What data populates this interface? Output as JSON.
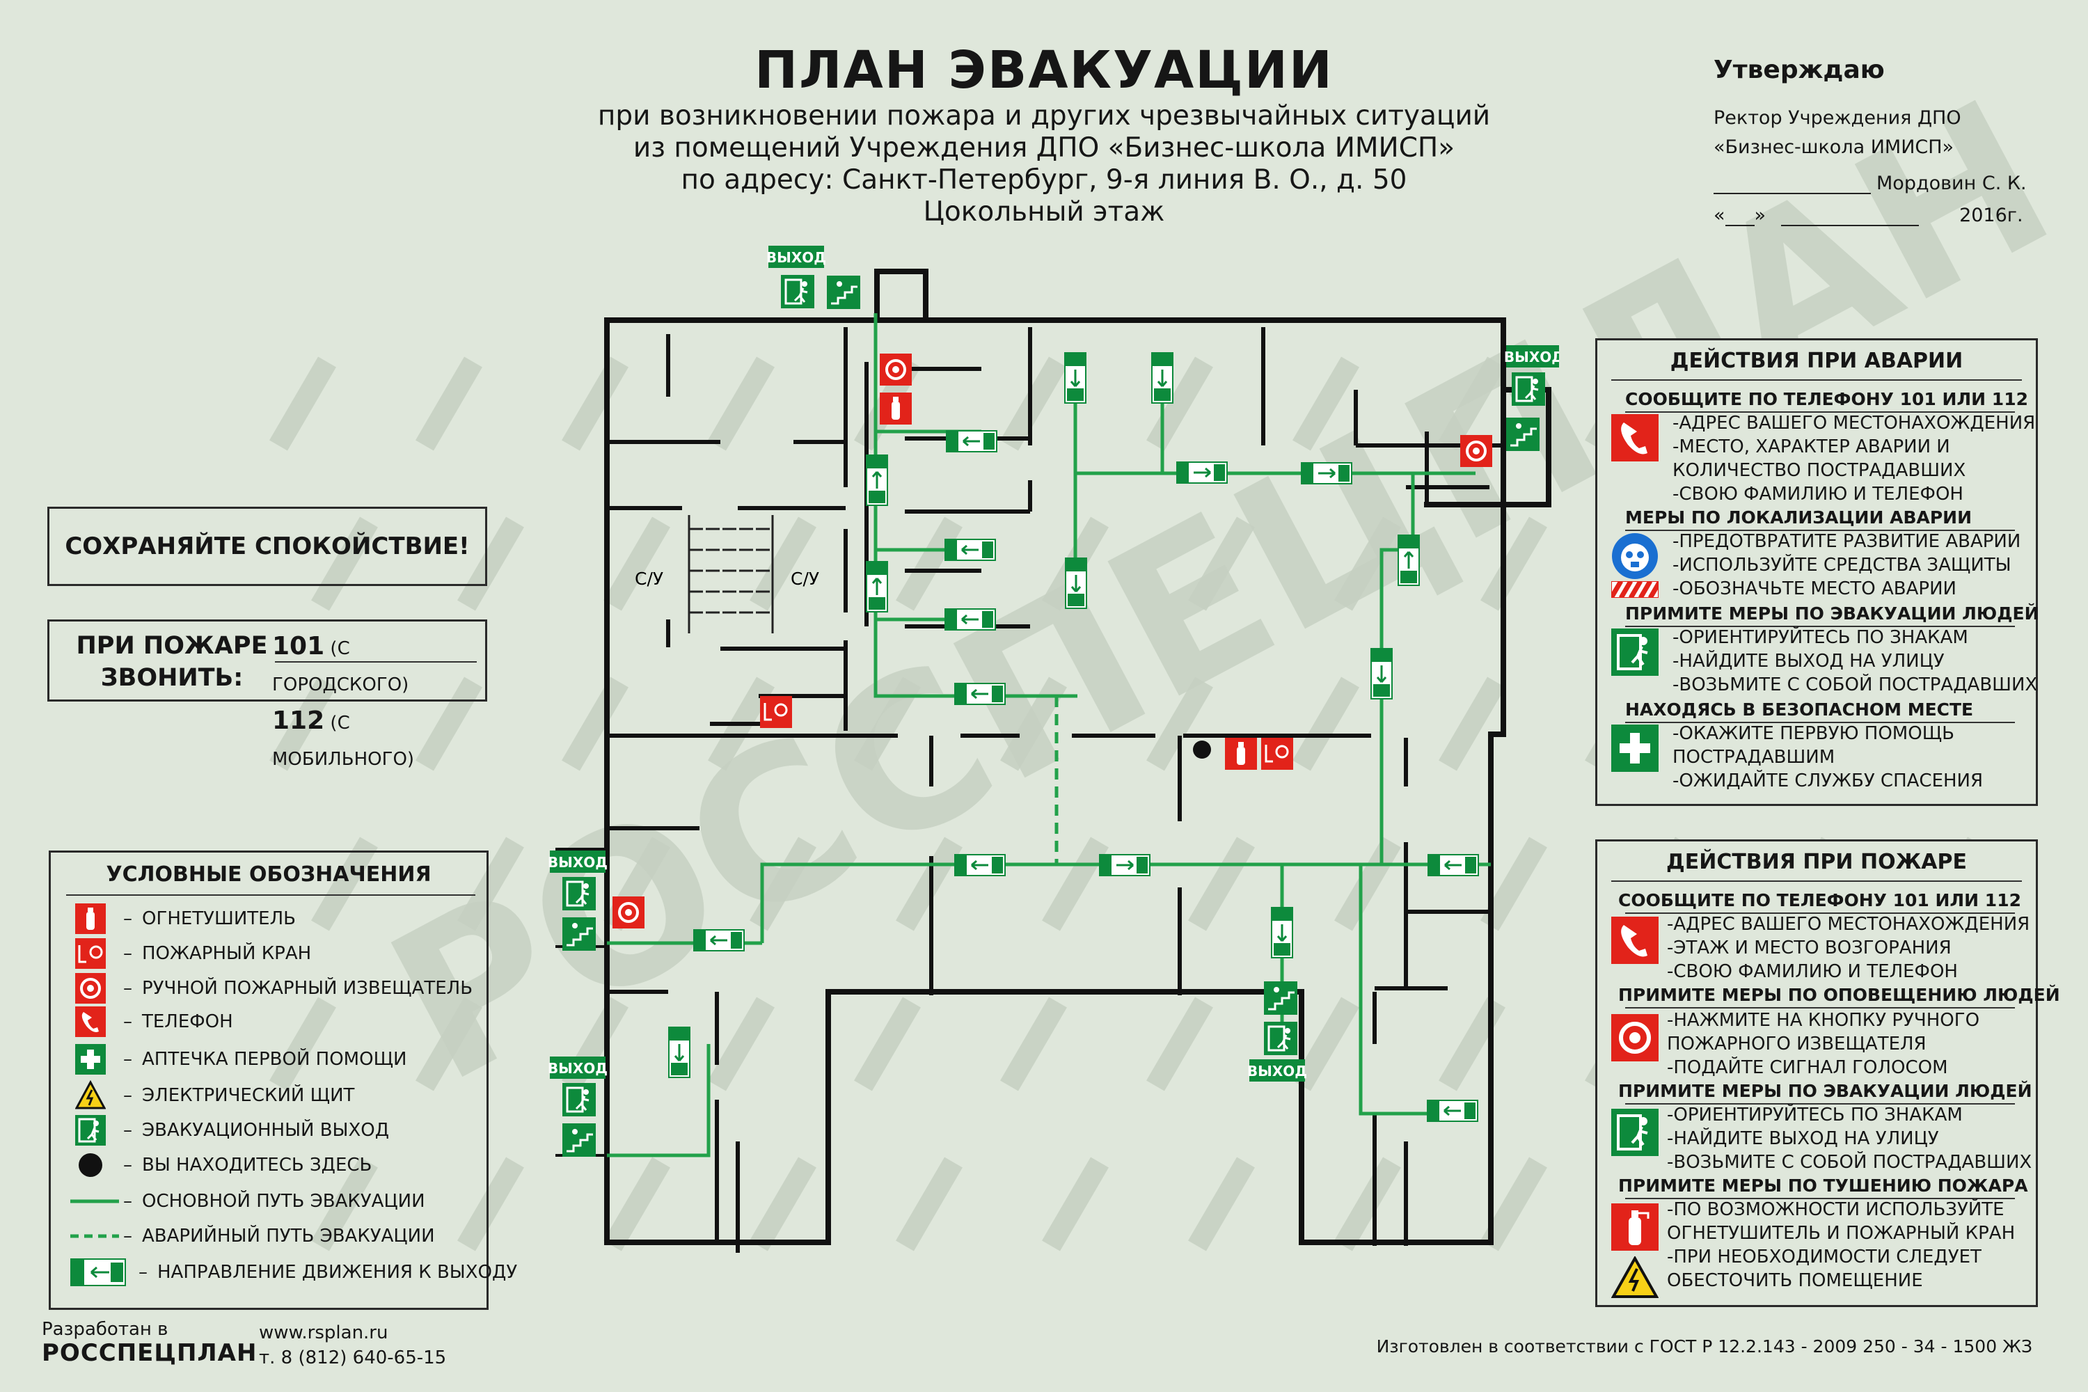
{
  "header": {
    "title": "ПЛАН ЭВАКУАЦИИ",
    "subtitle_lines": [
      "при возникновении пожара и других чрезвычайных ситуаций",
      "из помещений Учреждения ДПО «Бизнес-школа ИМИСП»",
      "по адресу: Санкт-Петербург, 9-я линия В. О., д. 50",
      "Цокольный этаж"
    ]
  },
  "approval": {
    "heading": "Утверждаю",
    "line1": "Ректор Учреждения ДПО",
    "line2": "«Бизнес-школа ИМИСП»",
    "signer": "Мордовин С. К.",
    "quote_open": "«",
    "quote_close": "»",
    "year": "2016г."
  },
  "calm_box": {
    "text": "СОХРАНЯЙТЕ  СПОКОЙСТВИЕ!"
  },
  "fire_call": {
    "label_line1": "ПРИ ПОЖАРЕ",
    "label_line2": "ЗВОНИТЬ:",
    "number1": "101",
    "note1": "(С ГОРОДСКОГО)",
    "number2": "112",
    "note2": "(С МОБИЛЬНОГО)"
  },
  "legend": {
    "heading": "УСЛОВНЫЕ ОБОЗНАЧЕНИЯ",
    "items": [
      {
        "icon": "fire-extinguisher-icon",
        "label": "ОГНЕТУШИТЕЛЬ"
      },
      {
        "icon": "fire-hydrant-icon",
        "label": "ПОЖАРНЫЙ КРАН"
      },
      {
        "icon": "manual-call-point-icon",
        "label": "РУЧНОЙ ПОЖАРНЫЙ ИЗВЕЩАТЕЛЬ"
      },
      {
        "icon": "telephone-icon",
        "label": "ТЕЛЕФОН"
      },
      {
        "icon": "first-aid-icon",
        "label": "АПТЕЧКА ПЕРВОЙ ПОМОЩИ"
      },
      {
        "icon": "electrical-panel-icon",
        "label": "ЭЛЕКТРИЧЕСКИЙ ЩИТ"
      },
      {
        "icon": "emergency-exit-icon",
        "label": "ЭВАКУАЦИОННЫЙ ВЫХОД"
      },
      {
        "icon": "you-are-here-icon",
        "label": "ВЫ НАХОДИТЕСЬ ЗДЕСЬ"
      },
      {
        "icon": "main-route-icon",
        "label": "ОСНОВНОЙ ПУТЬ ЭВАКУАЦИИ"
      },
      {
        "icon": "emergency-route-icon",
        "label": "АВАРИЙНЫЙ ПУТЬ ЭВАКУАЦИИ"
      },
      {
        "icon": "direction-arrow-icon",
        "label": "НАПРАВЛЕНИЕ ДВИЖЕНИЯ К ВЫХОДУ"
      }
    ]
  },
  "accident_panel": {
    "heading": "ДЕЙСТВИЯ ПРИ АВАРИИ",
    "sections": [
      {
        "title": "СООБЩИТЕ ПО ТЕЛЕФОНУ  101 ИЛИ 112",
        "icon": "telephone-icon",
        "lines": [
          "-АДРЕС ВАШЕГО МЕСТОНАХОЖДЕНИЯ",
          "-МЕСТО, ХАРАКТЕР АВАРИИ И",
          " КОЛИЧЕСТВО ПОСТРАДАВШИХ",
          "-СВОЮ ФАМИЛИЮ И  ТЕЛЕФОН"
        ]
      },
      {
        "title": "МЕРЫ ПО ЛОКАЛИЗАЦИИ АВАРИИ",
        "icon": "protective-mask-icon",
        "lines": [
          "-ПРЕДОТВРАТИТЕ РАЗВИТИЕ АВАРИИ",
          "-ИСПОЛЬЗУЙТЕ СРЕДСТВА ЗАЩИТЫ",
          "-ОБОЗНАЧЬТЕ МЕСТО АВАРИИ"
        ]
      },
      {
        "title": "ПРИМИТЕ МЕРЫ ПО ЭВАКУАЦИИ ЛЮДЕЙ",
        "icon": "emergency-exit-icon",
        "lines": [
          "-ОРИЕНТИРУЙТЕСЬ ПО ЗНАКАМ",
          "-НАЙДИТЕ ВЫХОД НА УЛИЦУ",
          "-ВОЗЬМИТЕ С СОБОЙ ПОСТРАДАВШИХ"
        ]
      },
      {
        "title": "НАХОДЯСЬ В БЕЗОПАСНОМ МЕСТЕ",
        "icon": "first-aid-icon",
        "lines": [
          "-ОКАЖИТЕ ПЕРВУЮ ПОМОЩЬ",
          " ПОСТРАДАВШИМ",
          "-ОЖИДАЙТЕ СЛУЖБУ СПАСЕНИЯ"
        ]
      }
    ]
  },
  "fire_panel": {
    "heading": "ДЕЙСТВИЯ ПРИ ПОЖАРЕ",
    "sections": [
      {
        "title": "СООБЩИТЕ ПО ТЕЛЕФОНУ  101 ИЛИ 112",
        "icon": "telephone-icon",
        "lines": [
          "-АДРЕС ВАШЕГО МЕСТОНАХОЖДЕНИЯ",
          "-ЭТАЖ И МЕСТО ВОЗГОРАНИЯ",
          "-СВОЮ ФАМИЛИЮ И  ТЕЛЕФОН"
        ]
      },
      {
        "title": "ПРИМИТЕ МЕРЫ ПО ОПОВЕЩЕНИЮ ЛЮДЕЙ",
        "icon": "manual-call-point-icon",
        "lines": [
          "-НАЖМИТЕ НА КНОПКУ РУЧНОГО",
          " ПОЖАРНОГО ИЗВЕЩАТЕЛЯ",
          "-ПОДАЙТЕ СИГНАЛ ГОЛОСОМ"
        ]
      },
      {
        "title": "ПРИМИТЕ МЕРЫ ПО ЭВАКУАЦИИ ЛЮДЕЙ",
        "icon": "emergency-exit-icon",
        "lines": [
          "-ОРИЕНТИРУЙТЕСЬ ПО ЗНАКАМ",
          "-НАЙДИТЕ ВЫХОД НА УЛИЦУ",
          "-ВОЗЬМИТЕ С СОБОЙ ПОСТРАДАВШИХ"
        ]
      },
      {
        "title": "ПРИМИТЕ МЕРЫ ПО ТУШЕНИЮ ПОЖАРА",
        "icon": "fire-extinguisher-icon",
        "lines": [
          "-ПО ВОЗМОЖНОСТИ ИСПОЛЬЗУЙТЕ",
          " ОГНЕТУШИТЕЛЬ И ПОЖАРНЫЙ КРАН",
          "-ПРИ НЕОБХОДИМОСТИ СЛЕДУЕТ",
          " ОБЕСТОЧИТЬ ПОМЕЩЕНИЕ"
        ]
      }
    ]
  },
  "plan": {
    "exit_label": "ВЫХОД",
    "room_wc": "С/У"
  },
  "footer": {
    "dev_label": "Разработан в",
    "dev_company": "РОССПЕЦПЛАН",
    "website": "www.rsplan.ru",
    "phone": "т. 8 (812) 640-65-15",
    "standard": "Изготовлен в соответствии с ГОСТ Р 12.2.143 - 2009 250 - 34 - 1500 ЖЗ"
  },
  "watermark": "РОССПЕЦПЛАН",
  "colors": {
    "sign_green": "#0d8a3c",
    "route_green": "#22a14a",
    "sign_red": "#e2231a",
    "wall": "#111111",
    "background": "#dfe7db"
  }
}
